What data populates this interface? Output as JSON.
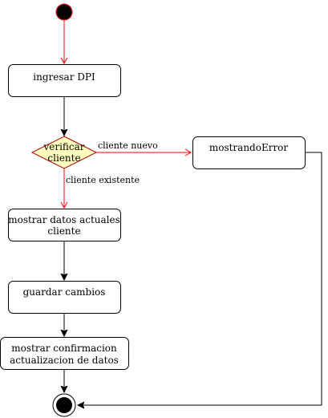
{
  "diagram": {
    "nodes": {
      "ingresar": {
        "label": "ingresar DPI"
      },
      "decision": {
        "line1": "verificar",
        "line2": "cliente"
      },
      "error": {
        "label": "mostrandoError"
      },
      "mostrar": {
        "line1": "mostrar datos actuales",
        "line2": "cliente"
      },
      "guardar": {
        "label": "guardar cambios"
      },
      "confirmacion": {
        "line1": "mostrar confirmacion",
        "line2": "actualizacion de datos"
      }
    },
    "edges": {
      "nuevo": {
        "label": "cliente nuevo"
      },
      "existente": {
        "label": "cliente existente"
      }
    }
  },
  "colors": {
    "start_fill": "#000000",
    "start_stroke": "#ff0000",
    "decision_fill": "#ffffc0",
    "decision_stroke": "#b20000",
    "red_arrow": "#ff0000",
    "black_arrow": "#000000"
  }
}
